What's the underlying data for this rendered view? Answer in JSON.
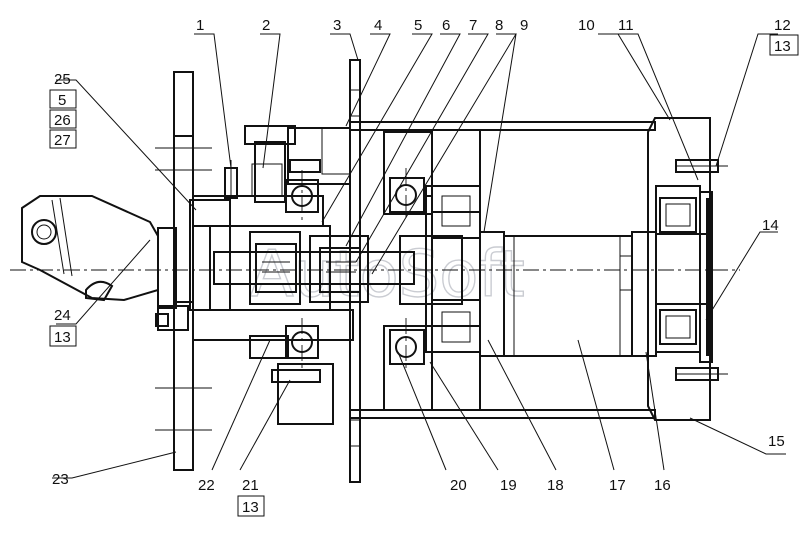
{
  "drawing": {
    "watermark": "AutoSoft",
    "callouts_top": [
      "1",
      "2",
      "3",
      "4",
      "5",
      "6",
      "7",
      "8",
      "9",
      "10",
      "11"
    ],
    "callout_12": {
      "main": "12",
      "sub": "13"
    },
    "callout_14": "14",
    "callout_15": "15",
    "callouts_bottom": [
      "20",
      "19",
      "18",
      "17",
      "16"
    ],
    "callout_21": {
      "main": "21",
      "sub": "13"
    },
    "callout_22": "22",
    "callout_23": "23",
    "callout_24": {
      "main": "24",
      "sub": "13"
    },
    "callout_25_stack": [
      "25",
      "5",
      "26",
      "27"
    ]
  }
}
